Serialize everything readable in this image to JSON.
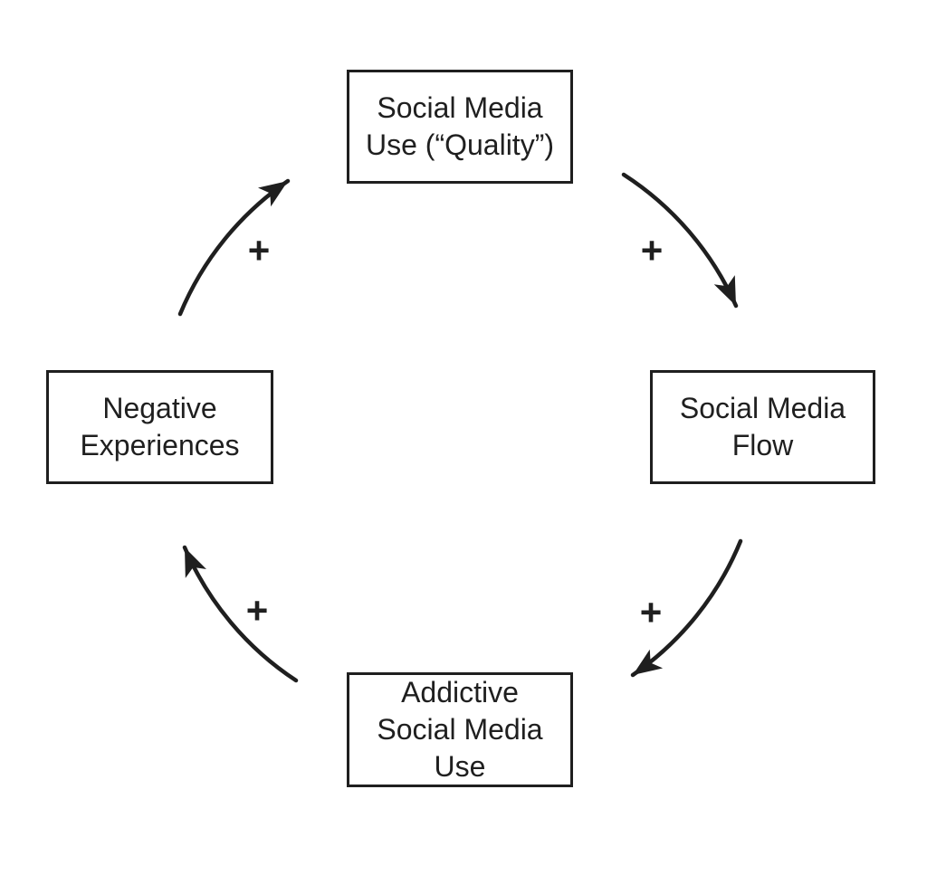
{
  "diagram": {
    "type": "cyclic-feedback-loop",
    "colors": {
      "background": "#ffffff",
      "stroke": "#1f1f1f",
      "text": "#1f1f1f"
    },
    "nodes": {
      "top": {
        "label": "Social Media\nUse (“Quality”)"
      },
      "right": {
        "label": "Social Media\nFlow"
      },
      "bottom": {
        "label": "Addictive\nSocial Media\nUse"
      },
      "left": {
        "label": "Negative\nExperiences"
      }
    },
    "edges": {
      "top_to_right": {
        "from": "Social Media Use (“Quality”)",
        "to": "Social Media Flow",
        "sign": "+"
      },
      "right_to_bottom": {
        "from": "Social Media Flow",
        "to": "Addictive Social Media Use",
        "sign": "+"
      },
      "bottom_to_left": {
        "from": "Addictive Social Media Use",
        "to": "Negative Experiences",
        "sign": "+"
      },
      "left_to_top": {
        "from": "Negative Experiences",
        "to": "Social Media Use (“Quality”)",
        "sign": "+"
      }
    }
  }
}
